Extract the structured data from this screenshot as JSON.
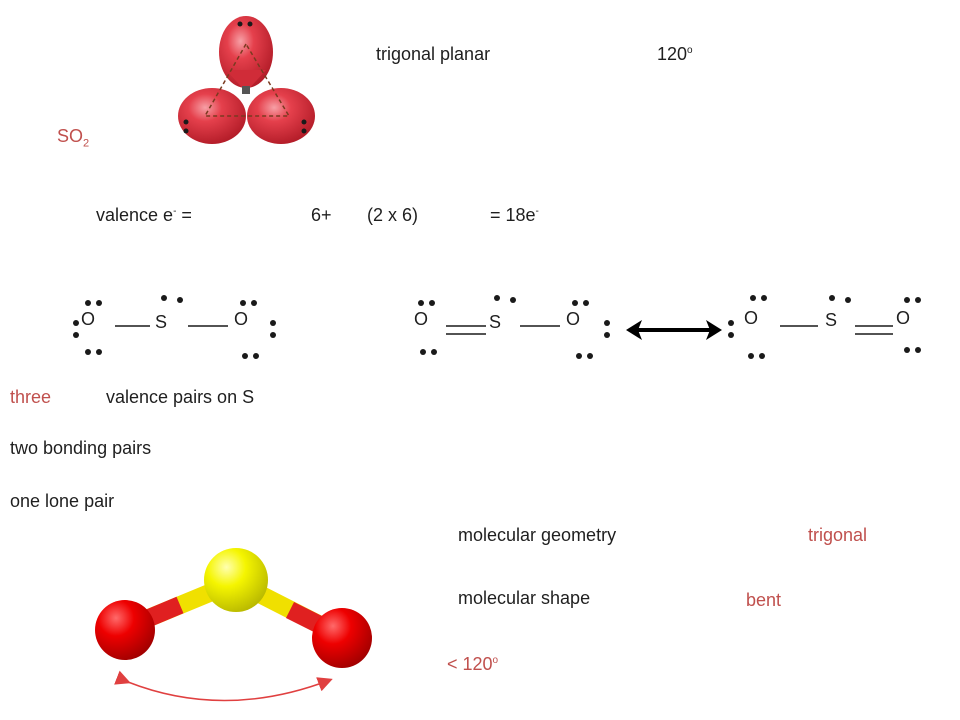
{
  "header": {
    "geometry_name": "trigonal planar",
    "angle_value": "120",
    "angle_unit": "o",
    "formula_main": "SO",
    "formula_sub": "2"
  },
  "valence": {
    "label_text": "valence e",
    "label_sup": "-",
    "label_eq": " =",
    "term1": "6+",
    "term2": "(2 x 6)",
    "total_text": "= 18e",
    "total_sup": "-"
  },
  "lewis": {
    "atom_o": "O",
    "atom_s": "S"
  },
  "pairs": {
    "count_word": "three",
    "pairs_text": "valence pairs on S",
    "bonding_text": "two bonding pairs",
    "lone_text": "one lone pair"
  },
  "summary": {
    "geometry_label": "molecular geometry",
    "geometry_value": "trigonal",
    "shape_label": "molecular shape",
    "shape_value": "bent",
    "angle_prefix": "< 120",
    "angle_sup": "o"
  },
  "colors": {
    "accent": "#c0504d",
    "sulfur": "#f2f200",
    "oxygen": "#e00000",
    "orbital": "#d9343f"
  }
}
